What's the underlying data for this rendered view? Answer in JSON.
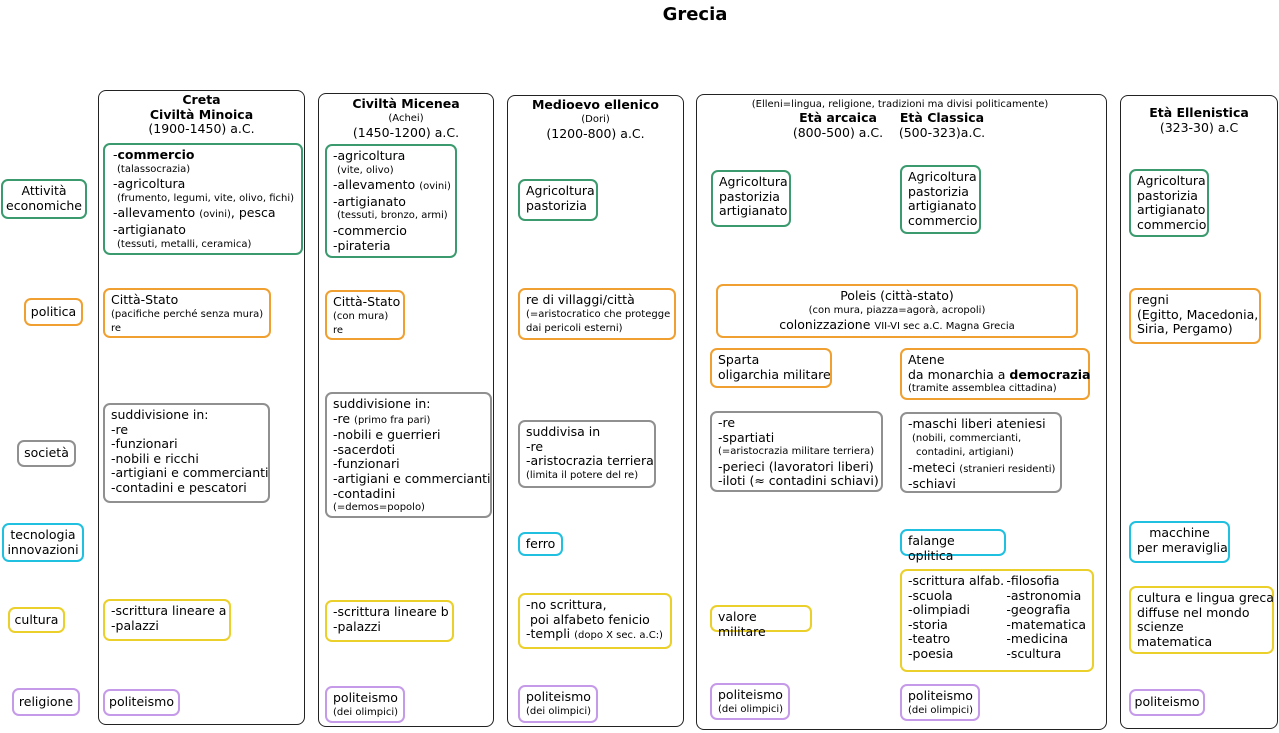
{
  "title": "Grecia",
  "row_labels": {
    "economy": "Attività economiche",
    "politics": "politica",
    "society": "società",
    "technology": "tecnologia innovazioni",
    "culture": "cultura",
    "religion": "religione"
  },
  "minoan": {
    "h1": "Creta",
    "h2": "Civiltà Minoica",
    "h3": "(1900-1450) a.C.",
    "economy": {
      "l1": "commercio",
      "l1a": "(talassocrazia)",
      "l2": "-agricoltura",
      "l2a": "(frumento, legumi, vite, olivo, fichi)",
      "l3": "-allevamento ",
      "l3a": "(ovini)",
      "l3b": ", pesca",
      "l4": "-artigianato",
      "l4a": "(tessuti, metalli, ceramica)"
    },
    "politics": {
      "l1": "Città-Stato",
      "l2": "(pacifiche perché senza mura)",
      "l3": "re"
    },
    "society": [
      "suddivisione in:",
      "-re",
      "-funzionari",
      "-nobili e ricchi",
      "-artigiani e commercianti",
      "-contadini e pescatori"
    ],
    "culture": [
      "-scrittura lineare a",
      "-palazzi"
    ],
    "religion": "politeismo"
  },
  "mycenaean": {
    "h1": "Civiltà Micenea",
    "h2": "(Achei)",
    "h3": "(1450-1200) a.C.",
    "economy": {
      "l1": "-agricoltura",
      "l1a": "(vite, olivo)",
      "l2": "-allevamento ",
      "l2a": "(ovini)",
      "l3": "-artigianato",
      "l3a": "(tessuti, bronzo, armi)",
      "l4": "-commercio",
      "l5": "-pirateria"
    },
    "politics": {
      "l1": "Città-Stato",
      "l2": "(con mura)",
      "l3": "re"
    },
    "society": {
      "l1": "suddivisione in:",
      "l2": "-re ",
      "l2a": "(primo fra pari)",
      "l3": "-nobili e guerrieri",
      "l4": "-sacerdoti",
      "l5": "-funzionari",
      "l6": "-artigiani e commercianti",
      "l7": "-contadini",
      "l8": "(=demos=popolo)"
    },
    "culture": [
      "-scrittura lineare b",
      "-palazzi"
    ],
    "religion": {
      "l1": "politeismo",
      "l2": "(dei olimpici)"
    }
  },
  "dark_age": {
    "h1": "Medioevo ellenico",
    "h2": "(Dori)",
    "h3": "(1200-800) a.C.",
    "economy": [
      "Agricoltura",
      "pastorizia"
    ],
    "politics": {
      "l1": "re di villaggi/città",
      "l2": "(=aristocratico che protegge",
      "l3": "dai pericoli esterni)"
    },
    "society": {
      "l1": "suddivisa in",
      "l2": "-re",
      "l3": "-aristocrazia terriera",
      "l4": "(limita il potere del re)"
    },
    "technology": "ferro",
    "culture": {
      "l1": "-no scrittura,",
      "l2": " poi alfabeto fenicio",
      "l3": "-templi ",
      "l3a": "(dopo X sec. a.C:)"
    },
    "religion": {
      "l1": "politeismo",
      "l2": "(dei olimpici)"
    }
  },
  "archaic_classical": {
    "note": "(Elleni=lingua, religione, tradizioni ma divisi politicamente)",
    "archaic_title": "Età arcaica",
    "archaic_dates": "(800-500) a.C.",
    "classical_title": "Età Classica",
    "classical_dates": "(500-323)a.C.",
    "archaic_economy": [
      "Agricoltura",
      "pastorizia",
      "artigianato"
    ],
    "classical_economy": [
      "Agricoltura",
      "pastorizia",
      "artigianato",
      "commercio"
    ],
    "poleis": {
      "l1": "Poleis (città-stato)",
      "l2": "(con mura, piazza=agorà, acropoli)",
      "l3": "colonizzazione ",
      "l3a": "VII-VI sec a.C. Magna Grecia"
    },
    "sparta": [
      "Sparta",
      "oligarchia militare"
    ],
    "athens": {
      "l1": "Atene",
      "l2": "da monarchia a ",
      "l2b": "democrazia",
      "l3": "(tramite assemblea cittadina)"
    },
    "sparta_society": {
      "l1": "-re",
      "l2": "-spartiati",
      "l3": "(=aristocrazia militare terriera)",
      "l4": "-perieci (lavoratori liberi)",
      "l5": "-iloti (≈ contadini schiavi)"
    },
    "athens_society": {
      "l1": "-maschi liberi ateniesi",
      "l2": "(nobili, commercianti,",
      "l3": "contadini, artigiani)",
      "l4": "-meteci ",
      "l4a": "(stranieri residenti)",
      "l5": "-schiavi"
    },
    "technology": "falange oplitica",
    "archaic_culture": "valore militare",
    "classical_culture_left": [
      "-scrittura alfab.",
      "-scuola",
      "-olimpiadi",
      "-storia",
      "-teatro",
      "-poesia"
    ],
    "classical_culture_right": [
      "-filosofia",
      "-astronomia",
      "-geografia",
      "-matematica",
      "-medicina",
      "-scultura"
    ],
    "archaic_religion": {
      "l1": "politeismo",
      "l2": "(dei olimpici)"
    },
    "classical_religion": {
      "l1": "politeismo",
      "l2": "(dei olimpici)"
    }
  },
  "hellenistic": {
    "h1": "Età Ellenistica",
    "h2": "(323-30) a.C",
    "economy": [
      "Agricoltura",
      "pastorizia",
      "artigianato",
      "commercio"
    ],
    "politics": [
      "regni",
      "(Egitto, Macedonia,",
      "Siria, Pergamo)"
    ],
    "technology": [
      "macchine",
      "per meraviglia"
    ],
    "culture": [
      "cultura e lingua greca",
      "diffuse nel mondo",
      "scienze",
      "matematica"
    ],
    "religion": "politeismo"
  },
  "colors": {
    "economy": "#3b9a6e",
    "politics": "#f0a030",
    "society": "#909090",
    "technology": "#20c0e0",
    "culture": "#ebcf2a",
    "religion": "#c59ae8"
  }
}
